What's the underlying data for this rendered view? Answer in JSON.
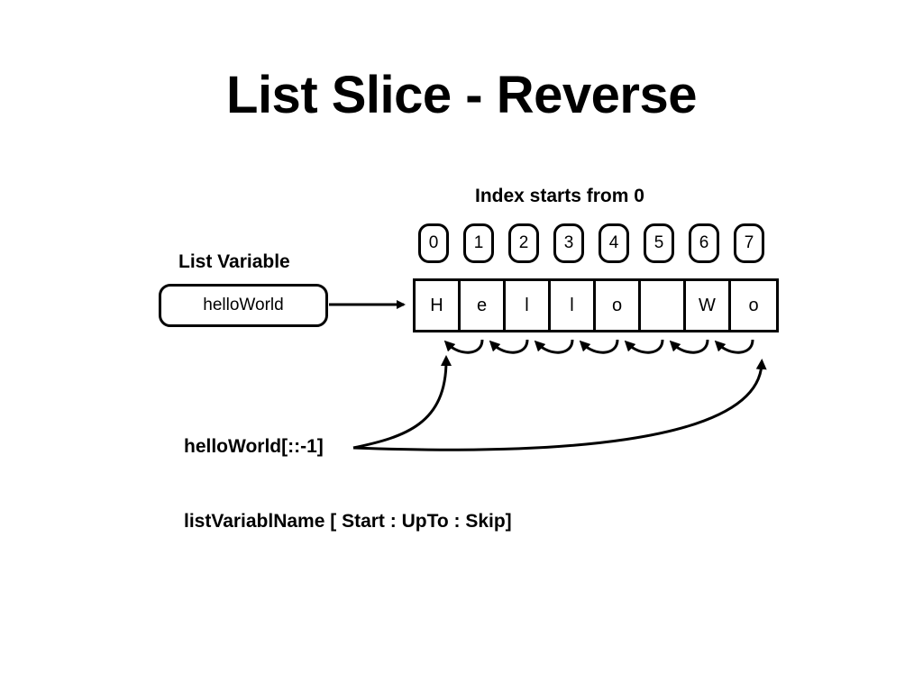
{
  "title": "List Slice - Reverse",
  "index_note": "Index starts from 0",
  "list_variable_label": "List Variable",
  "variable_name": "helloWorld",
  "indices": [
    "0",
    "1",
    "2",
    "3",
    "4",
    "5",
    "6",
    "7"
  ],
  "cells": [
    "H",
    "e",
    "l",
    "l",
    "o",
    "",
    "W",
    "o"
  ],
  "slice_expression": "helloWorld[::-1]",
  "syntax": "listVariablName [ Start : UpTo : Skip]"
}
